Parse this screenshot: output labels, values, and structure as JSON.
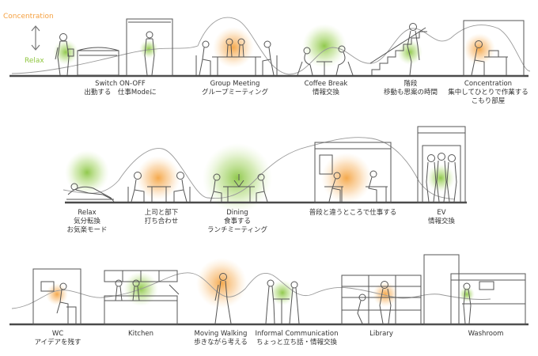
{
  "colors": {
    "concentration": "#f5a040",
    "relax": "#8fc63f",
    "line": "#555555",
    "floor": "#4a4a4a",
    "curve": "#999999"
  },
  "legend": {
    "concentration": "Concentration",
    "relax": "Relax"
  },
  "scenes": [
    {
      "id": "switch",
      "en": "Switch ON-OFF",
      "jp": "出勤する　仕事Modeに",
      "glow": "relax"
    },
    {
      "id": "group-meeting",
      "en": "Group Meeting",
      "jp": "グループミーティング",
      "glow": "concentration"
    },
    {
      "id": "coffee-break",
      "en": "Coffee Break",
      "jp": "情報交換",
      "glow": "relax"
    },
    {
      "id": "stairs",
      "en": "階段",
      "jp": "移動も思案の時間",
      "glow": "relax"
    },
    {
      "id": "concentration",
      "en": "Concentration",
      "jp": "集中してひとりで作業する",
      "jp2": "こもり部屋",
      "glow": "concentration"
    },
    {
      "id": "relax",
      "en": "Relax",
      "jp": "気分転換",
      "jp2": "お気楽モード",
      "glow": "relax"
    },
    {
      "id": "meeting-boss",
      "en": "上司と部下",
      "jp": "打ち合わせ",
      "glow": "concentration"
    },
    {
      "id": "dining",
      "en": "Dining",
      "jp": "食事する",
      "jp2": "ランチミーティング",
      "glow": "relax"
    },
    {
      "id": "different-place",
      "en": "普段と違うところで仕事する",
      "glow": "concentration"
    },
    {
      "id": "ev",
      "en": "EV",
      "jp": "情報交換",
      "glow": "relax"
    },
    {
      "id": "wc",
      "en": "WC",
      "jp": "アイデアを残す",
      "glow": "concentration"
    },
    {
      "id": "kitchen",
      "en": "Kitchen",
      "glow": "relax"
    },
    {
      "id": "moving-walking",
      "en": "Moving Walking",
      "jp": "歩きながら考える",
      "glow": "concentration"
    },
    {
      "id": "informal",
      "en": "Informal Communication",
      "jp": "ちょっと立ち話・情報交換",
      "glow": "relax"
    },
    {
      "id": "library",
      "en": "Library",
      "glow": "concentration"
    },
    {
      "id": "washroom",
      "en": "Washroom",
      "glow": "relax"
    }
  ]
}
